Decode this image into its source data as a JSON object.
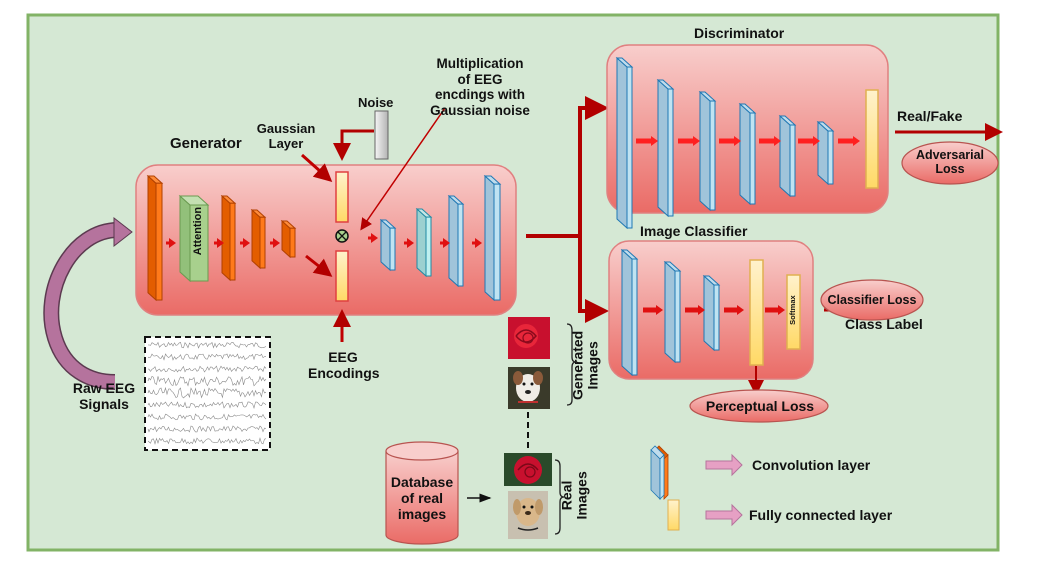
{
  "diagram": {
    "type": "GAN architecture for EEG-to-image synthesis",
    "generator": {
      "title": "Generator",
      "attention_label": "Attention",
      "gaussian_layer_label": "Gaussian Layer",
      "noise_label": "Noise",
      "multiplication_note": "Multiplication of EEG encdings with Gaussian noise",
      "multiply_symbol": "⊗",
      "eeg_encodings_label": "EEG Encodings"
    },
    "input": {
      "raw_eeg_label": "Raw EEG Signals"
    },
    "discriminator": {
      "title": "Discriminator",
      "output_label": "Real/Fake",
      "loss_label": "Adversarial Loss"
    },
    "classifier": {
      "title": "Image Classifier",
      "softmax_label": "Softmax",
      "output_label": "Class Label",
      "classifier_loss_label": "Classifier Loss",
      "perceptual_loss_label": "Perceptual Loss"
    },
    "images": {
      "generated_label": "Generated Images",
      "real_label": "Real Images",
      "database_label": "Database of real images",
      "generated_items": [
        "rose",
        "dog"
      ],
      "real_items": [
        "rose",
        "dog"
      ]
    },
    "legend": {
      "items": [
        {
          "shape": "conv-block",
          "label": "Convolution layer"
        },
        {
          "shape": "fc-block",
          "label": "Fully connected layer"
        }
      ]
    },
    "colors": {
      "background": "#d5e8d4",
      "frame_border": "#82b366",
      "block_fill_top": "#f8cecc",
      "block_fill_bottom": "#ea6b66",
      "block_border": "#b85450",
      "conv_orange": "#e35d00",
      "conv_blue": "#a0c4da",
      "conv_teal": "#9cd0d0",
      "attention_green": "#a8d08d",
      "fc_yellow": "#ffe599",
      "arrow_red": "#b20000",
      "arrow_bright_red": "#ff2222",
      "pink_arrow": "#b5739d",
      "legend_arrow": "#e6a0c4"
    }
  }
}
